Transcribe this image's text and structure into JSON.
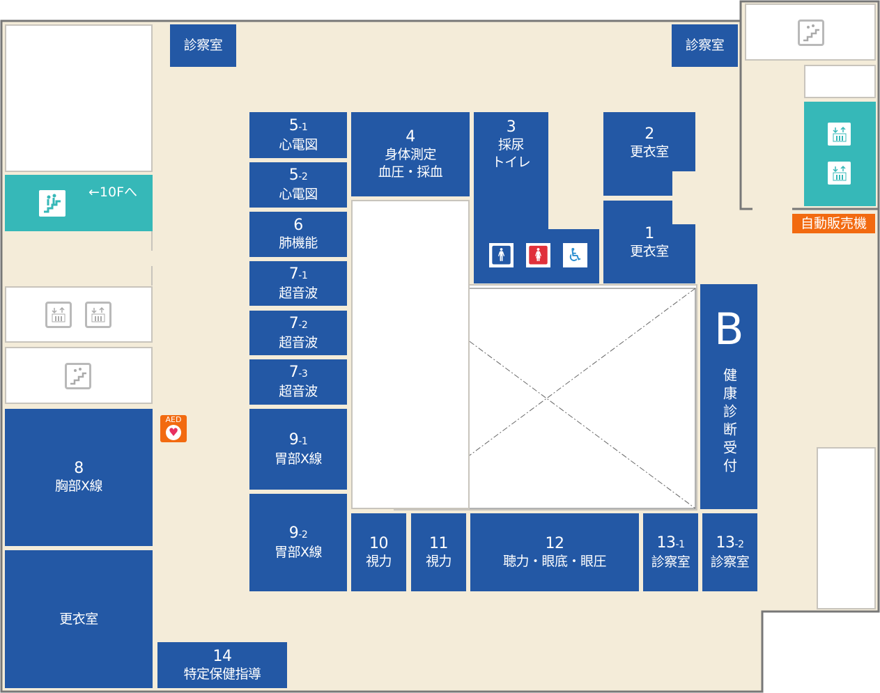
{
  "colors": {
    "floor": "#f4ecd9",
    "room": "#2358a5",
    "teal": "#36b8b8",
    "orange": "#f26a10",
    "wall": "#777777"
  },
  "rooms": {
    "r5_1": {
      "num": "5",
      "sub": "-1",
      "label": "心電図"
    },
    "r5_2": {
      "num": "5",
      "sub": "-2",
      "label": "心電図"
    },
    "r6": {
      "num": "6",
      "label": "肺機能"
    },
    "r7_1": {
      "num": "7",
      "sub": "-1",
      "label": "超音波"
    },
    "r7_2": {
      "num": "7",
      "sub": "-2",
      "label": "超音波"
    },
    "r7_3": {
      "num": "7",
      "sub": "-3",
      "label": "超音波"
    },
    "r9_1": {
      "num": "9",
      "sub": "-1",
      "label": "胃部X線"
    },
    "r9_2": {
      "num": "9",
      "sub": "-2",
      "label": "胃部X線"
    },
    "r4": {
      "num": "4",
      "label": "身体測定",
      "label2": "血圧・採血"
    },
    "r3": {
      "num": "3",
      "label": "採尿",
      "label2": "トイレ"
    },
    "r2": {
      "num": "2",
      "label": "更衣室"
    },
    "r1": {
      "num": "1",
      "label": "更衣室"
    },
    "r8": {
      "num": "8",
      "label": "胸部X線"
    },
    "locker": {
      "label": "更衣室"
    },
    "r14": {
      "num": "14",
      "label": "特定保健指導"
    },
    "r10": {
      "num": "10",
      "label": "視力"
    },
    "r11": {
      "num": "11",
      "label": "視力"
    },
    "r12": {
      "num": "12",
      "label": "聴力・眼底・眼圧"
    },
    "r13_1": {
      "num": "13",
      "sub": "-1",
      "label": "診察室"
    },
    "r13_2": {
      "num": "13",
      "sub": "-2",
      "label": "診察室"
    },
    "exam_left": {
      "label": "診察室"
    },
    "exam_right": {
      "label": "診察室"
    },
    "reception": {
      "letter": "B",
      "label": "健康診断受付"
    }
  },
  "stairs_note": "←10Fへ",
  "vending": "自動販売機",
  "aed": "AED",
  "icons": [
    "stairs-icon",
    "elevator-icon",
    "male-toilet-icon",
    "female-toilet-icon",
    "accessible-toilet-icon",
    "aed-icon"
  ]
}
